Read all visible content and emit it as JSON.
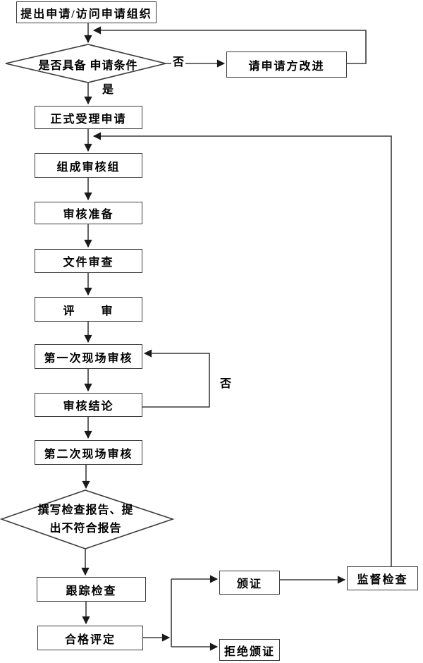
{
  "diagram": {
    "background_color": "#ffffff",
    "line_color": "#3c3c3c",
    "text_color": "#000000",
    "nodes": {
      "start": "提出申请/访问申请组织",
      "decision_qualify": "是否具备 申请条件",
      "improve": "请申请方改进",
      "accept": "正式受理申请",
      "team": "组成审核组",
      "prepare": "审核准备",
      "doc_review": "文件审查",
      "review": "评　　审",
      "first_audit": "第一次现场审核",
      "conclusion": "审核结论",
      "second_audit": "第二次现场审核",
      "report_line1": "撰写检查报告、提",
      "report_line2": "出不符合报告",
      "track": "跟踪检查",
      "evaluate": "合格评定",
      "certify": "颁证",
      "refuse": "拒绝颁证",
      "supervise": "监督检查"
    },
    "edge_labels": {
      "no_top": "否",
      "yes": "是",
      "no_loop": "否"
    }
  }
}
